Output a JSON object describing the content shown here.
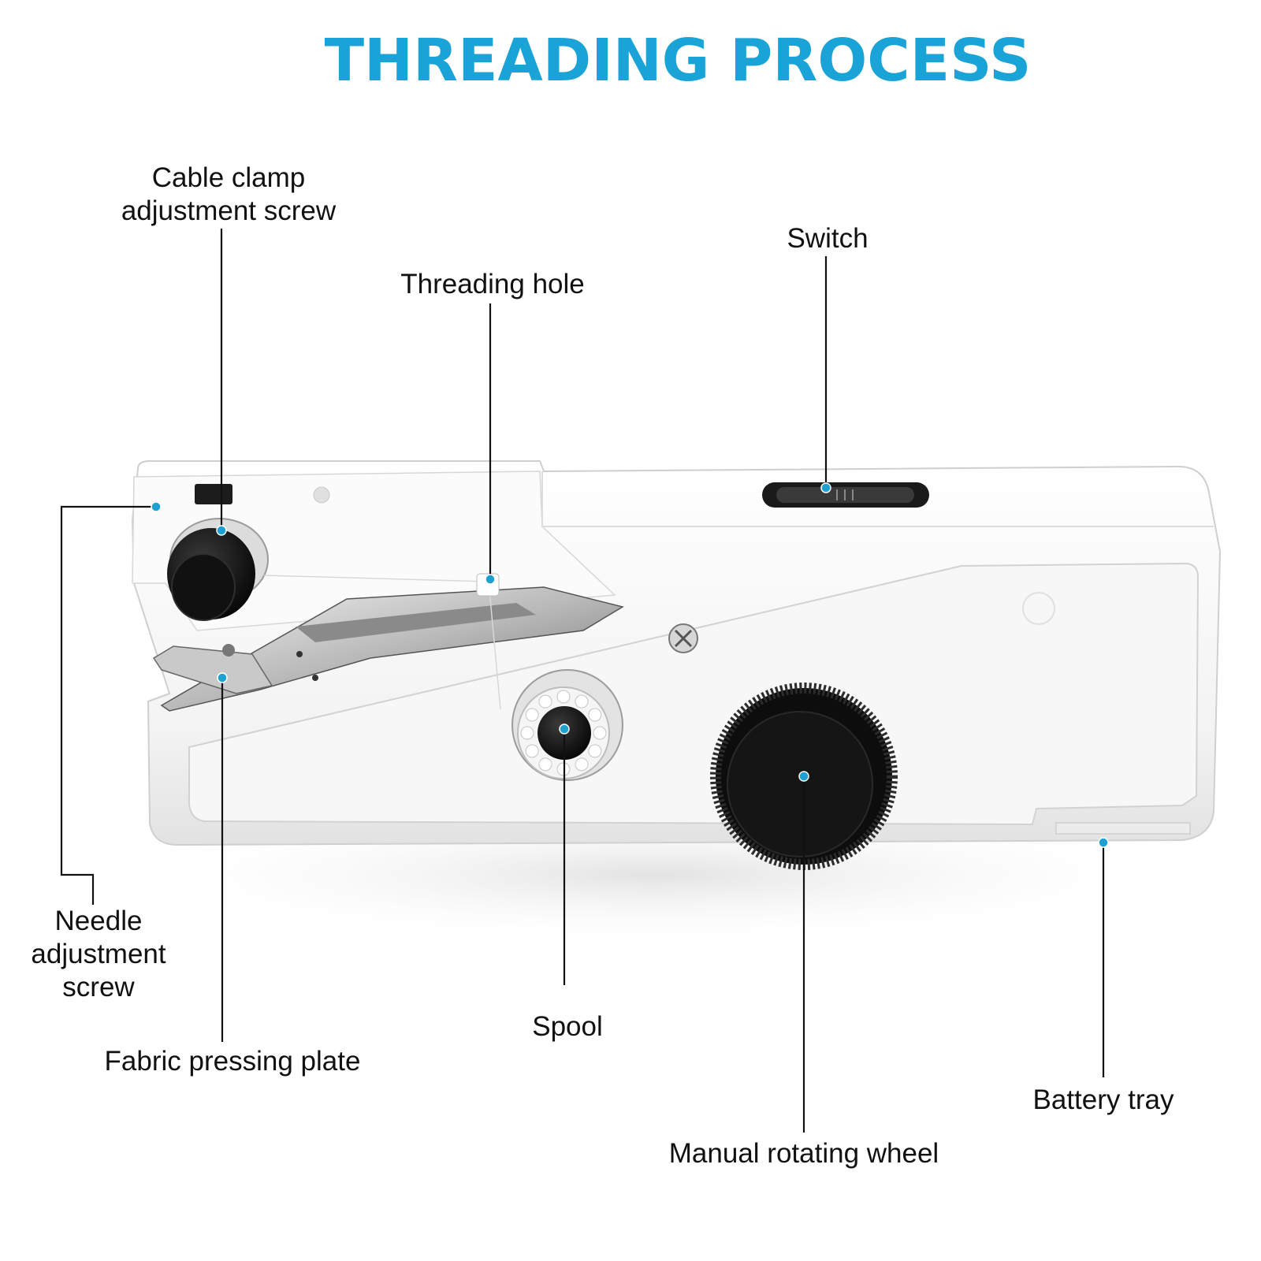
{
  "title": "THREADING PROCESS",
  "labels": {
    "cable_clamp_screw": [
      "Cable clamp",
      "adjustment screw"
    ],
    "threading_hole": "Threading hole",
    "switch": "Switch",
    "needle_screw": [
      "Needle",
      "adjustment",
      "screw"
    ],
    "fabric_plate": "Fabric pressing plate",
    "spool": "Spool",
    "manual_wheel": "Manual rotating wheel",
    "battery_tray": "Battery tray"
  },
  "colors": {
    "accent": "#1aa3d6",
    "body": "#f6f6f6",
    "knob": "#141414"
  }
}
